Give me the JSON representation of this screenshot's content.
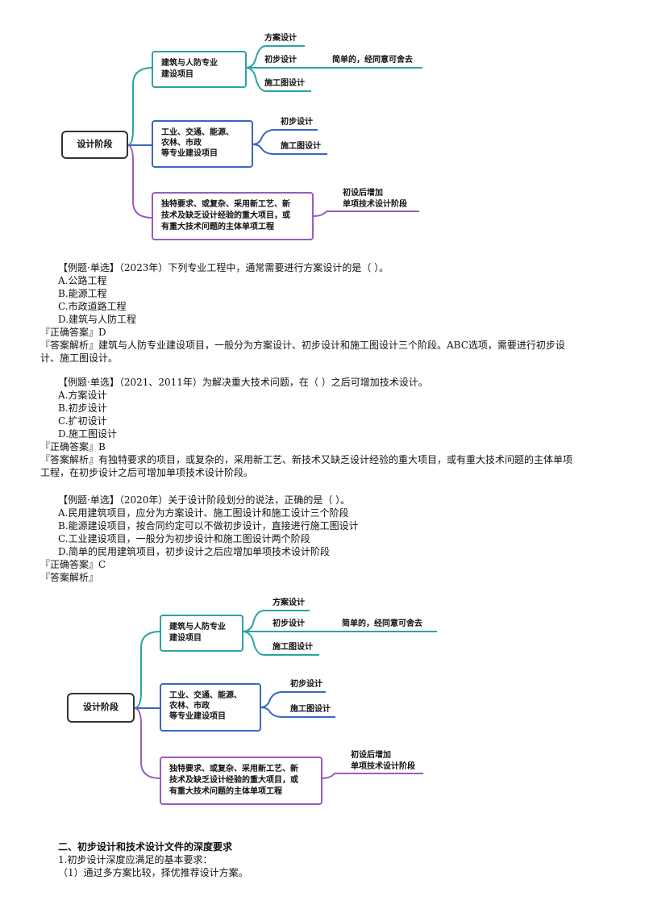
{
  "mindmap": {
    "root": "设计阶段",
    "branch1": {
      "line1": "建筑与人防专业",
      "line2": "建设项目",
      "leaves": [
        "方案设计",
        "初步设计",
        "施工图设计"
      ],
      "note": "简单的，经同意可舍去"
    },
    "branch2": {
      "line1": "工业、交通、能源、",
      "line2": "农林、市政",
      "line3": "等专业建设项目",
      "leaves": [
        "初步设计",
        "施工图设计"
      ]
    },
    "branch3": {
      "line1": "独特要求、或复杂、采用新工艺、新",
      "line2": "技术及缺乏设计经验的重大项目，或",
      "line3": "有重大技术问题的主体单项工程",
      "leaf_line1": "初设后增加",
      "leaf_line2": "单项技术设计阶段"
    },
    "colors": {
      "root": "#333333",
      "b1": "#2ba3a3",
      "b2": "#3a66c4",
      "b3": "#9b5bbf"
    }
  },
  "q1": {
    "stem": "【例题·单选】（2023年）下列专业工程中，通常需要进行方案设计的是（    ）。",
    "options": [
      "A.公路工程",
      "B.能源工程",
      "C.市政道路工程",
      "D.建筑与人防工程"
    ],
    "answer": "『正确答案』D",
    "analysis_l1": "『答案解析』建筑与人防专业建设项目，一般分为方案设计、初步设计和施工图设计三个阶段。ABC选项，需要进行初步设",
    "analysis_l2": "计、施工图设计。"
  },
  "q2": {
    "stem": "【例题·单选】（2021、2011年）为解决重大技术问题，在（    ）之后可增加技术设计。",
    "options": [
      "A.方案设计",
      "B.初步设计",
      "C.扩初设计",
      "D.施工图设计"
    ],
    "answer": "『正确答案』B",
    "analysis_l1": "『答案解析』有独特要求的项目，或复杂的，采用新工艺、新技术又缺乏设计经验的重大项目，或有重大技术问题的主体单项",
    "analysis_l2": "工程，在初步设计之后可增加单项技术设计阶段。"
  },
  "q3": {
    "stem": "【例题·单选】（2020年）关于设计阶段划分的说法，正确的是（    ）。",
    "options": [
      "A.民用建筑项目，应分为方案设计、施工图设计和施工设计三个阶段",
      "B.能源建设项目，按合同约定可以不做初步设计，直接进行施工图设计",
      "C.工业建设项目，一般分为初步设计和施工图设计两个阶段",
      "D.简单的民用建筑项目，初步设计之后应增加单项技术设计阶段"
    ],
    "answer": "『正确答案』C",
    "analysis": "『答案解析』"
  },
  "section": {
    "heading": "二、初步设计和技术设计文件的深度要求",
    "sub": "1.初步设计深度应满足的基本要求：",
    "item1": "（1）通过多方案比较，择优推荐设计方案。"
  }
}
